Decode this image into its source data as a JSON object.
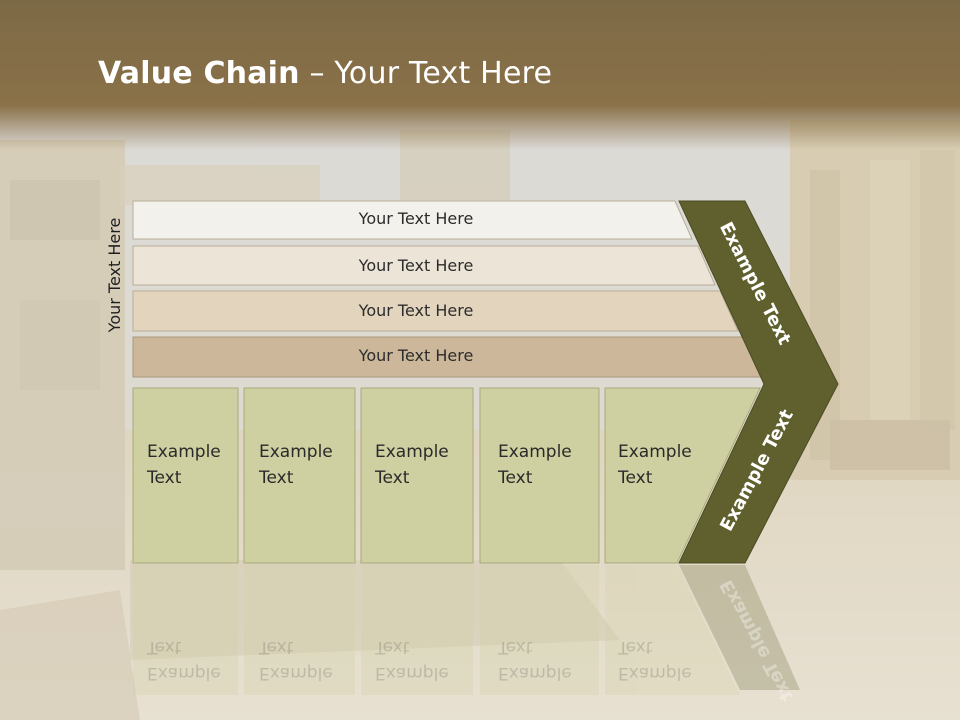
{
  "title": {
    "bold": "Value Chain",
    "rest": " – Your Text Here"
  },
  "side_label": "Your Text Here",
  "bars": [
    {
      "label": "Your Text Here",
      "color": "#f3f1ec"
    },
    {
      "label": "Your Text Here",
      "color": "#ece4d6"
    },
    {
      "label": "Your Text Here",
      "color": "#e3d5bd"
    },
    {
      "label": "Your Text Here",
      "color": "#cdb79a"
    }
  ],
  "boxes": [
    {
      "line1": "Example",
      "line2": "Text"
    },
    {
      "line1": "Example",
      "line2": "Text"
    },
    {
      "line1": "Example",
      "line2": "Text"
    },
    {
      "line1": "Example",
      "line2": "Text"
    },
    {
      "line1": "Example",
      "line2": "Text"
    }
  ],
  "arrow_upper_label": "Example Text",
  "arrow_lower_label": "Example Text",
  "colors": {
    "header": "#84704a",
    "box_fill": "#cfd0a1",
    "arrow_fill": "#5f602e"
  }
}
